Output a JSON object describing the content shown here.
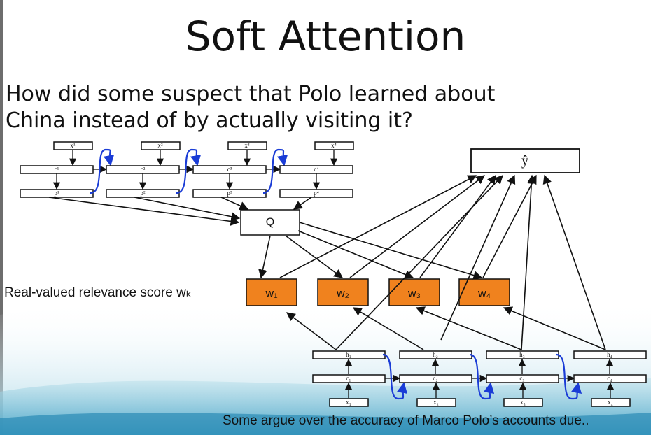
{
  "slide": {
    "title": "Soft Attention",
    "question_lines": [
      "How did some suspect that Polo learned about",
      "China instead of by actually visiting it?"
    ],
    "side_label": "Real-valued relevance score wₖ",
    "bottom_text": "Some argue over the accuracy of Marco Polo’s accounts due..",
    "colors": {
      "score_box": "#f0821e",
      "lstm_link": "#1a3cd6",
      "background_wave": "#3d9fc4"
    }
  },
  "diagram": {
    "output_label": "ŷ",
    "query_label": "Q",
    "score_labels": [
      "w₁",
      "w₂",
      "w₃",
      "w₄"
    ],
    "question_encoder": {
      "x_labels": [
        "x¹",
        "x²",
        "x³",
        "x⁴"
      ],
      "c_labels": [
        "c¹",
        "c²",
        "c³",
        "c⁴"
      ],
      "p_labels": [
        "p¹",
        "p²",
        "p³",
        "p⁴"
      ]
    },
    "passage_encoder": {
      "x_labels": [
        "x₁",
        "x₂",
        "x₃",
        "x₄"
      ],
      "c_labels": [
        "c₁",
        "c₂",
        "c₃",
        "c₄"
      ],
      "h_labels": [
        "h₁",
        "h₂",
        "h₃",
        "h₄"
      ]
    }
  }
}
